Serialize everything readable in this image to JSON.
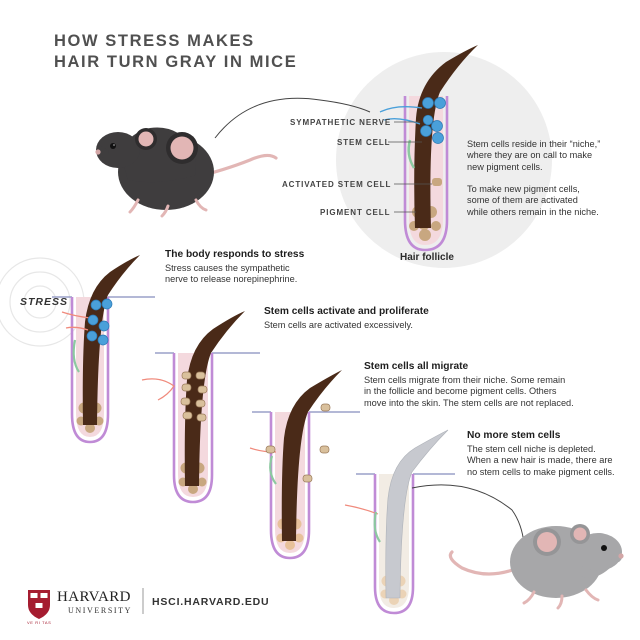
{
  "title": {
    "line1": "HOW STRESS MAKES",
    "line2": "HAIR TURN GRAY IN MICE"
  },
  "follicle_labels": {
    "sympathetic_nerve": "SYMPATHETIC NERVE",
    "stem_cell": "STEM CELL",
    "activated_stem_cell": "ACTIVATED STEM CELL",
    "pigment_cell": "PIGMENT CELL",
    "hair_follicle": "Hair follicle"
  },
  "intro": {
    "p1": [
      "Stem cells reside in their “niche,”",
      "where they are on call to make",
      "new pigment cells."
    ],
    "p2": [
      "To make new pigment cells,",
      "some of them are activated",
      "while others remain in the niche."
    ]
  },
  "stress_label": "STRESS",
  "steps": [
    {
      "title": "The body responds to stress",
      "lines": [
        "Stress causes the sympathetic",
        "nerve to release norepinephrine."
      ]
    },
    {
      "title": "Stem cells activate and proliferate",
      "lines": [
        "Stem cells are activated excessively."
      ]
    },
    {
      "title": "Stem cells all migrate",
      "lines": [
        "Stem cells migrate from their niche. Some remain",
        "in the follicle and become pigment cells. Others",
        "move into the skin. The stem cells are not replaced."
      ]
    },
    {
      "title": "No more stem cells",
      "lines": [
        "The stem cell niche is depleted.",
        "When a new hair is made, there are",
        "no stem cells to make pigment cells."
      ]
    }
  ],
  "footer": {
    "harvard": "HARVARD",
    "university": "UNIVERSITY",
    "url": "HSCI.HARVARD.EDU",
    "shield_text": "VE RI TAS"
  },
  "colors": {
    "nerve": "#f08a7c",
    "stem_cell": "#4aa0da",
    "pigment": "#c8a780",
    "hair_dark": "#4a2a18",
    "hair_gray": "#c7c9cf",
    "follicle_outline": "#c08bd6",
    "inner_fill": "#f4d9de",
    "mouse_dark": "#3f3d3e",
    "mouse_gray": "#a7a7a9",
    "ear_pink": "#e2b6b5",
    "harvard_crimson": "#a51c30"
  }
}
